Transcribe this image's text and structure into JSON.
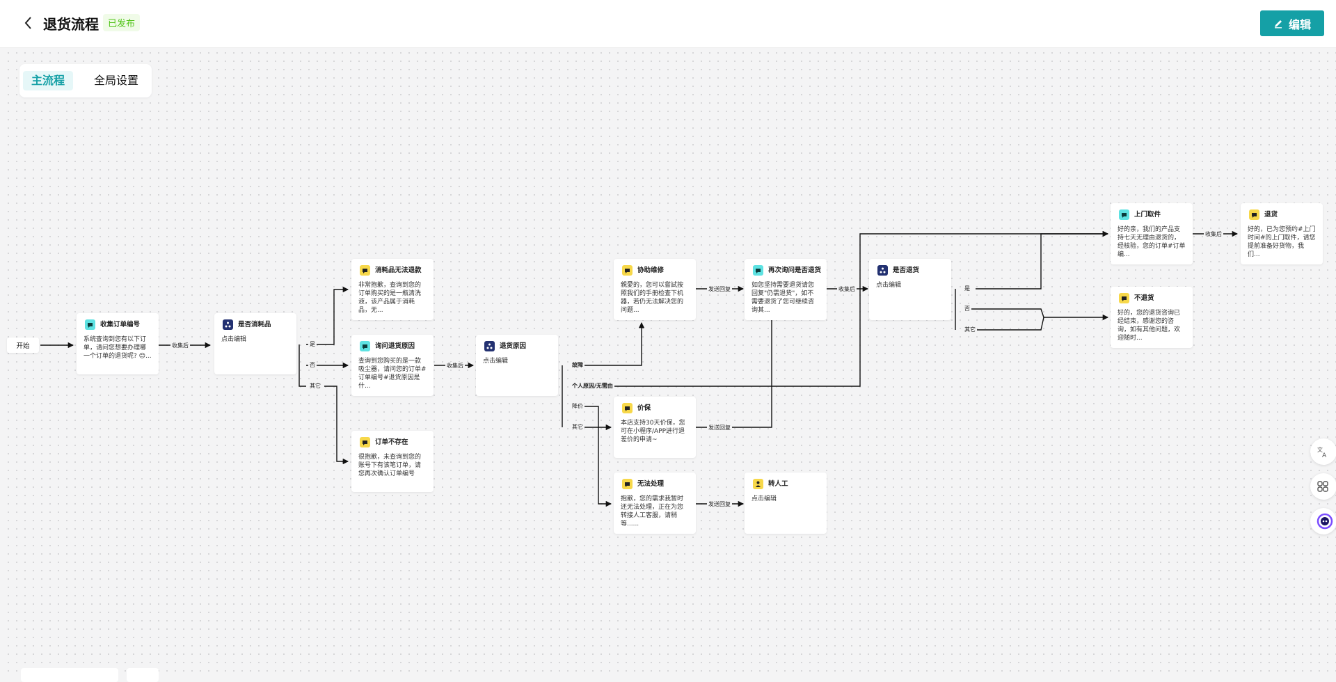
{
  "header": {
    "title": "退货流程",
    "status": "已发布",
    "edit_label": "编辑"
  },
  "tabs": [
    "主流程",
    "全局设置"
  ],
  "start": "开始",
  "nodes": {
    "collect_order": {
      "title": "收集订单编号",
      "body": "系统查询到您有以下订单，请问您想要办理哪一个订单的退货呢? 😊..."
    },
    "is_consumable": {
      "title": "是否消耗品",
      "body": "点击编辑"
    },
    "consumable_no_return": {
      "title": "消耗品无法退款",
      "body": "非常抱歉，查询到您的订单购买的是一瓶清洗液，该产品属于消耗品，无..."
    },
    "ask_reason": {
      "title": "询问退货原因",
      "body": "查询到您购买的是一款吸尘器，请问您的订单#订单编号#退货原因是什..."
    },
    "order_not_exist": {
      "title": "订单不存在",
      "body": "很抱歉，未查询到您的账号下有该笔订单，请您再次确认订单编号"
    },
    "return_reason": {
      "title": "退货原因",
      "body": "点击编辑"
    },
    "assist_repair": {
      "title": "协助维修",
      "body": "親愛的，您可以嘗試按照我们的手册检查下机器，若仍无法解决您的问题..."
    },
    "ask_again": {
      "title": "再次询问是否退货",
      "body": "如您坚持需要退货请您回复\"仍需退货\"，如不需要退货了您可继续咨询其..."
    },
    "is_return": {
      "title": "是否退货",
      "body": "点击编辑"
    },
    "pickup": {
      "title": "上门取件",
      "body": "好的亲，我们的产品支持七天无理由退货的，经核验，您的订单#订单编..."
    },
    "return_goods": {
      "title": "退货",
      "body": "好的，已为您预约#上门时间#的上门取件，请您提前准备好货物，我们..."
    },
    "no_return": {
      "title": "不退货",
      "body": "好的，您的退货咨询已经结束，感谢您的咨询，如有其他问题，欢迎随时..."
    },
    "price_protect": {
      "title": "价保",
      "body": "本店支持30天价保，您可在小程序/APP进行退差价的申请~"
    },
    "cannot_handle": {
      "title": "无法处理",
      "body": "抱歉，您的需求我暂时还无法处理，正在为您转接人工客服，请稍等......"
    },
    "human": {
      "title": "转人工",
      "body": "点击编辑"
    }
  },
  "edge_labels": {
    "collect_after": "收集后",
    "yes": "是",
    "no": "否",
    "other": "其它",
    "fault": "故障",
    "personal": "个人原因/无需由",
    "price_diff": "降价",
    "other2": "其它",
    "send_reply": "发送回复"
  },
  "colors": {
    "accent": "#15a0a6",
    "published": "#52c41a",
    "icon_cyan": "#5ee2e2",
    "icon_yellow": "#f7d84a",
    "icon_navy": "#233171"
  }
}
